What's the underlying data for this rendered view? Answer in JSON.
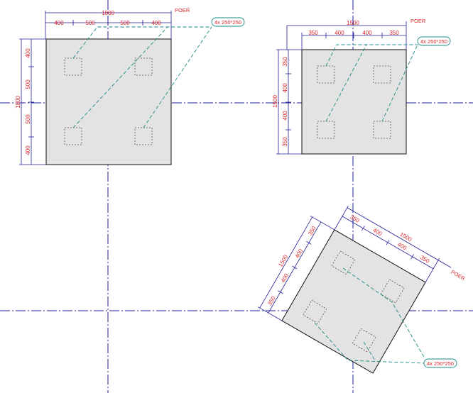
{
  "colors": {
    "background": "#ffffff",
    "axis": "#1f1f9a",
    "dimension_text": "#d8262a",
    "leader": "#1a8a86",
    "pile_cap_fill": "#e3e3e3"
  },
  "cap_left": {
    "label": "POER",
    "overall": "1800",
    "spacing_top": [
      "400",
      "500",
      "500",
      "400"
    ],
    "overall_side": "1800",
    "spacing_side": [
      "400",
      "500",
      "500",
      "400"
    ],
    "pile_tag": "4x 250*250"
  },
  "cap_right": {
    "label": "POER",
    "overall": "1500",
    "spacing_top": [
      "350",
      "400",
      "400",
      "350"
    ],
    "overall_side": "1500",
    "spacing_side": [
      "350",
      "400",
      "400",
      "350"
    ],
    "pile_tag": "4x 250*250"
  },
  "cap_rotated": {
    "label": "POER",
    "overall": "1500",
    "spacing_top": [
      "350",
      "400",
      "400",
      "350"
    ],
    "overall_side": "1500",
    "spacing_side": [
      "350",
      "400",
      "400",
      "350"
    ],
    "pile_tag": "4x 250*250"
  }
}
